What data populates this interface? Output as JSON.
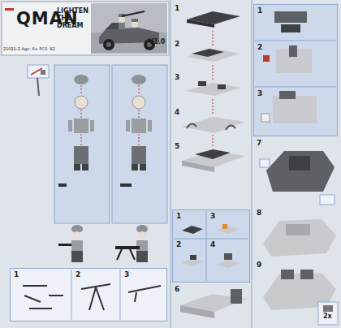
{
  "diagram": {
    "nodes": [
      {
        "text": [
          "1",
          "2",
          "3"
        ]
      },
      {
        "text": [
          "1",
          "2",
          "3",
          "4"
        ]
      },
      {
        "text": [
          "1",
          "2",
          "3"
        ]
      }
    ],
    "labels": [
      "QMAN",
      "LIGHTEN THE DREAM",
      "V1.0",
      "21021-2 Age: 6+ PCS: 82",
      "1",
      "2",
      "3",
      "4",
      "5",
      "6",
      "7",
      "8",
      "9",
      "2x"
    ]
  }
}
